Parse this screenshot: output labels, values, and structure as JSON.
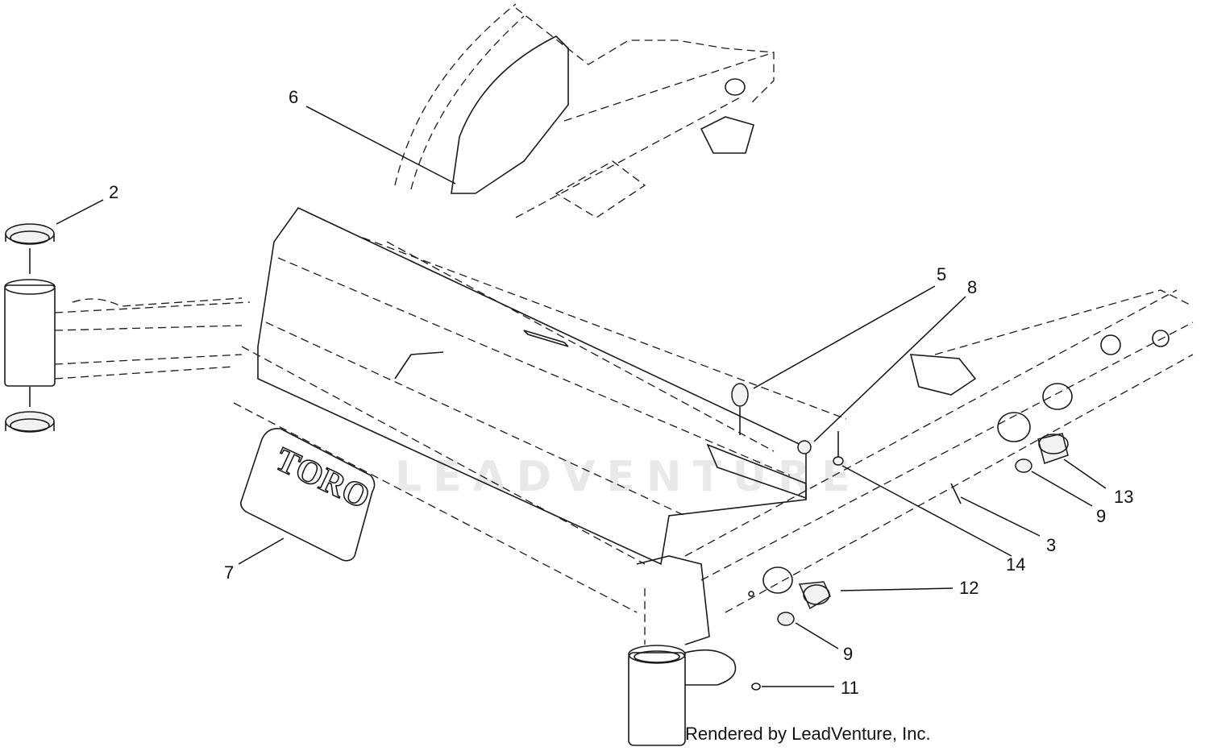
{
  "diagram": {
    "callouts": [
      {
        "id": "c2",
        "label": "2"
      },
      {
        "id": "c6",
        "label": "6"
      },
      {
        "id": "c5",
        "label": "5"
      },
      {
        "id": "c8",
        "label": "8"
      },
      {
        "id": "c7",
        "label": "7"
      },
      {
        "id": "c13",
        "label": "13"
      },
      {
        "id": "c9a",
        "label": "9"
      },
      {
        "id": "c3",
        "label": "3"
      },
      {
        "id": "c14",
        "label": "14"
      },
      {
        "id": "c12",
        "label": "12"
      },
      {
        "id": "c9b",
        "label": "9"
      },
      {
        "id": "c11",
        "label": "11"
      }
    ],
    "logo_text": "TORO",
    "watermark": "LEADVENTURE",
    "credit": "Rendered by LeadVenture, Inc."
  },
  "colors": {
    "line": "#1a1a1a",
    "watermark": "#e9e9e9",
    "background": "#ffffff"
  }
}
